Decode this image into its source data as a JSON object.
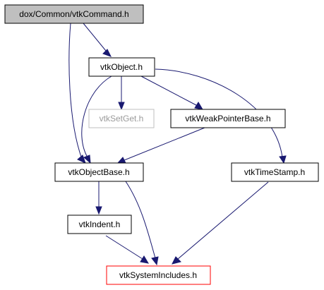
{
  "diagram": {
    "type": "include-dependency-graph",
    "colors": {
      "edge": "#191970",
      "root_fill": "#bfbfbf",
      "node_border": "#000000",
      "external_border": "#bfbfbf",
      "system_border": "#ff0000"
    },
    "nodes": {
      "root": {
        "label": "dox/Common/vtkCommand.h"
      },
      "vtkObject": {
        "label": "vtkObject.h"
      },
      "vtkSetGet": {
        "label": "vtkSetGet.h"
      },
      "vtkWeakPointerBase": {
        "label": "vtkWeakPointerBase.h"
      },
      "vtkObjectBase": {
        "label": "vtkObjectBase.h"
      },
      "vtkTimeStamp": {
        "label": "vtkTimeStamp.h"
      },
      "vtkIndent": {
        "label": "vtkIndent.h"
      },
      "vtkSystemIncludes": {
        "label": "vtkSystemIncludes.h"
      }
    },
    "edges": [
      {
        "from": "root",
        "to": "vtkObject"
      },
      {
        "from": "root",
        "to": "vtkObjectBase"
      },
      {
        "from": "vtkObject",
        "to": "vtkSetGet"
      },
      {
        "from": "vtkObject",
        "to": "vtkWeakPointerBase"
      },
      {
        "from": "vtkObject",
        "to": "vtkObjectBase"
      },
      {
        "from": "vtkObject",
        "to": "vtkTimeStamp"
      },
      {
        "from": "vtkWeakPointerBase",
        "to": "vtkObjectBase"
      },
      {
        "from": "vtkObjectBase",
        "to": "vtkIndent"
      },
      {
        "from": "vtkObjectBase",
        "to": "vtkSystemIncludes"
      },
      {
        "from": "vtkIndent",
        "to": "vtkSystemIncludes"
      },
      {
        "from": "vtkTimeStamp",
        "to": "vtkSystemIncludes"
      }
    ]
  }
}
